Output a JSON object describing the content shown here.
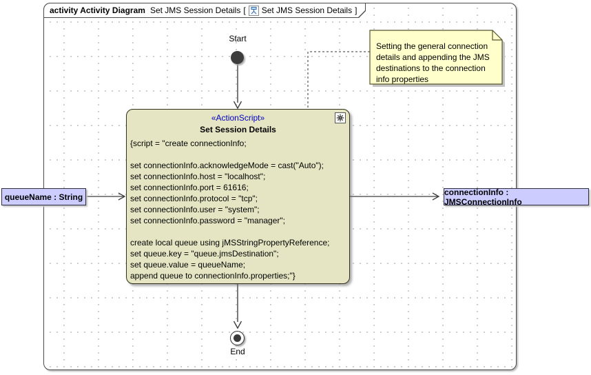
{
  "diagram": {
    "heading": {
      "kind": "activity Activity Diagram",
      "name": "Set JMS Session Details",
      "bracket_open": "[",
      "context_icon": "activity-diagram-icon",
      "context": "Set JMS Session Details",
      "bracket_close": "]"
    },
    "note": {
      "text": "Setting the general connection\ndetails and appending the JMS\ndestinations to the connection\ninfo properties"
    },
    "start_node": {
      "label": "Start"
    },
    "end_node": {
      "label": "End"
    },
    "action_node": {
      "stereotype": "«ActionScript»",
      "name": "Set Session Details",
      "corner_icon": "gear-icon",
      "script": "{script = \"create connectionInfo;\n\nset connectionInfo.acknowledgeMode = cast(\"Auto\");\nset connectionInfo.host = \"localhost\";\nset connectionInfo.port = 61616;\nset connectionInfo.protocol = \"tcp\";\nset connectionInfo.user = \"system\";\nset connectionInfo.password = \"manager\";\n\ncreate local queue using jMSStringPropertyReference;\nset queue.key = \"queue.jmsDestination\";\nset queue.value = queueName;\nappend queue to connectionInfo.properties;\"}"
    },
    "input_pin": {
      "label": "queueName : String"
    },
    "output_pin": {
      "label": "connectionInfo : JMSConnectionInfo"
    },
    "colors": {
      "action_fill": "#E5E5C3",
      "note_fill": "#FFFFCC",
      "pin_fill": "#CCCCFF",
      "stereotype_text": "#0000C8",
      "connector": "#3F3F3F",
      "frame_border": "#4A4A4A"
    }
  }
}
